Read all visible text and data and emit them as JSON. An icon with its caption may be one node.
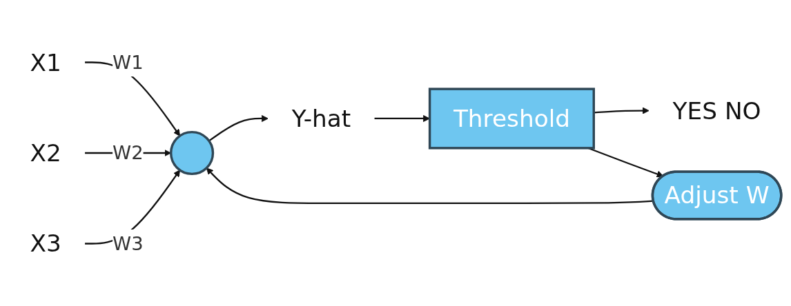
{
  "diagram": {
    "nodes": [
      {
        "text": [
          "X1"
        ]
      },
      {
        "text": [
          "X2"
        ]
      },
      {
        "text": [
          "X3"
        ]
      },
      {
        "text": [],
        "shape": "circle"
      },
      {
        "text": [
          "Y-hat"
        ]
      },
      {
        "text": [
          "Threshold"
        ]
      },
      {
        "text": [
          "YES NO"
        ]
      },
      {
        "text": [
          "Adjust W"
        ]
      }
    ],
    "edges": [
      {
        "from": 0,
        "to": 3,
        "arrow": "to",
        "label": "W1"
      },
      {
        "from": 1,
        "to": 3,
        "arrow": "to",
        "label": "W2"
      },
      {
        "from": 2,
        "to": 3,
        "arrow": "to",
        "label": "W3"
      },
      {
        "from": 3,
        "to": 4,
        "arrow": "to"
      },
      {
        "from": 4,
        "to": 5,
        "arrow": "to"
      },
      {
        "from": 5,
        "to": 6,
        "arrow": "to"
      },
      {
        "from": 5,
        "to": 7,
        "arrow": "to"
      },
      {
        "from": 7,
        "to": 3,
        "arrow": "to"
      }
    ]
  }
}
